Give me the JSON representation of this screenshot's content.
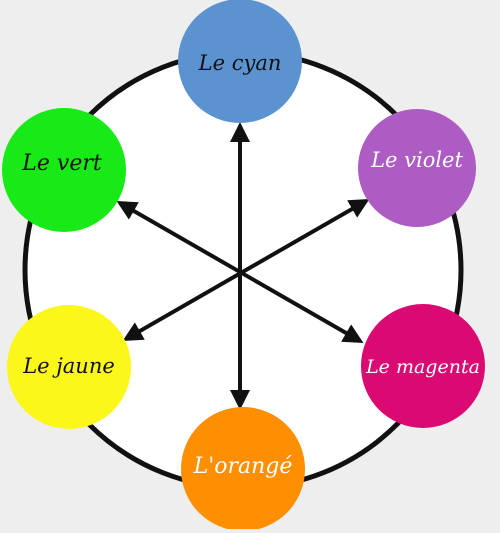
{
  "diagram": {
    "colors": {
      "background": "#eeeeee",
      "ring_fill": "#ffffff",
      "ring_stroke": "#111111",
      "arrow": "#111111"
    },
    "nodes": {
      "cyan": {
        "label": "Le cyan",
        "color": "#5a93d0",
        "text_color": "#111111"
      },
      "violet": {
        "label": "Le violet",
        "color": "#ac5cc2",
        "text_color": "#ffffff"
      },
      "magenta": {
        "label": "Le magenta",
        "color": "#db0a73",
        "text_color": "#ffffff"
      },
      "orange": {
        "label": "L'orangé",
        "color": "#ff8f00",
        "text_color": "#ffffff"
      },
      "jaune": {
        "label": "Le jaune",
        "color": "#fbf71a",
        "text_color": "#111111"
      },
      "vert": {
        "label": "Le vert",
        "color": "#17ea17",
        "text_color": "#111111"
      }
    }
  }
}
